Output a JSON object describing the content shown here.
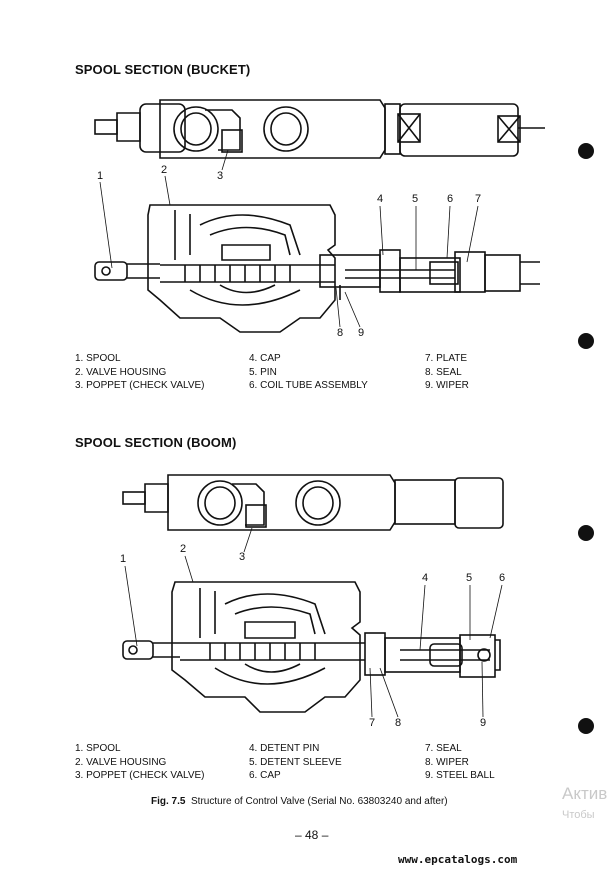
{
  "section1": {
    "title": "SPOOL SECTION (BUCKET)",
    "callouts": [
      "1",
      "2",
      "3",
      "4",
      "5",
      "6",
      "7",
      "8",
      "9"
    ],
    "legend": [
      [
        "1.  SPOOL",
        "4.  CAP",
        "7.  PLATE"
      ],
      [
        "2.  VALVE HOUSING",
        "5.  PIN",
        "8.  SEAL"
      ],
      [
        "3.  POPPET (CHECK VALVE)",
        "6.  COIL TUBE ASSEMBLY",
        "9.  WIPER"
      ]
    ]
  },
  "section2": {
    "title": "SPOOL SECTION (BOOM)",
    "callouts": [
      "1",
      "2",
      "3",
      "4",
      "5",
      "6",
      "7",
      "8",
      "9"
    ],
    "legend": [
      [
        "1.  SPOOL",
        "4.  DETENT PIN",
        "7.  SEAL"
      ],
      [
        "2.  VALVE HOUSING",
        "5.  DETENT SLEEVE",
        "8.  WIPER"
      ],
      [
        "3.  POPPET (CHECK VALVE)",
        "6.  CAP",
        "9.  STEEL BALL"
      ]
    ]
  },
  "caption": {
    "label": "Fig. 7.5",
    "text": "Structure of Control Valve (Serial No. 63803240 and after)"
  },
  "page_number": "– 48 –",
  "footer_url": "www.epcatalogs.com",
  "watermark": {
    "line1": "Актив",
    "line2": "Чтобы"
  }
}
